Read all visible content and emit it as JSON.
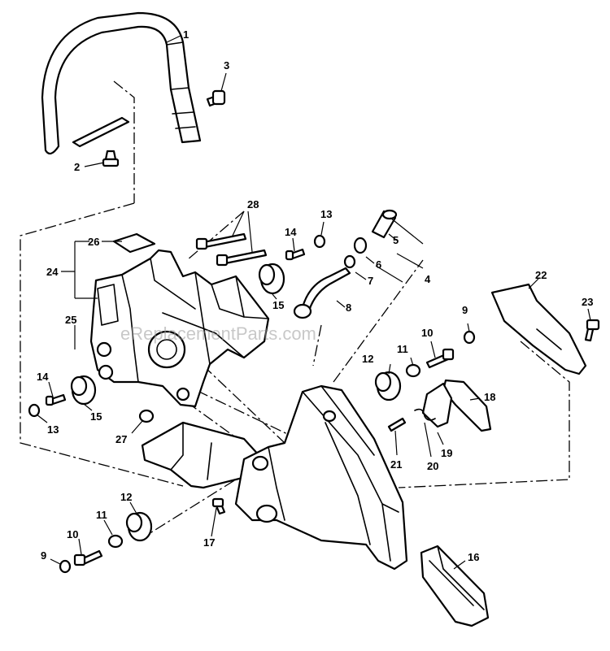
{
  "watermark": "eReplacementParts.com",
  "callouts": [
    {
      "id": "c1",
      "label": "1"
    },
    {
      "id": "c2",
      "label": "2"
    },
    {
      "id": "c3",
      "label": "3"
    },
    {
      "id": "c4",
      "label": "4"
    },
    {
      "id": "c5",
      "label": "5"
    },
    {
      "id": "c6",
      "label": "6"
    },
    {
      "id": "c7",
      "label": "7"
    },
    {
      "id": "c8",
      "label": "8"
    },
    {
      "id": "c9a",
      "label": "9"
    },
    {
      "id": "c9b",
      "label": "9"
    },
    {
      "id": "c10a",
      "label": "10"
    },
    {
      "id": "c10b",
      "label": "10"
    },
    {
      "id": "c11a",
      "label": "11"
    },
    {
      "id": "c11b",
      "label": "11"
    },
    {
      "id": "c12a",
      "label": "12"
    },
    {
      "id": "c12b",
      "label": "12"
    },
    {
      "id": "c13a",
      "label": "13"
    },
    {
      "id": "c13b",
      "label": "13"
    },
    {
      "id": "c14a",
      "label": "14"
    },
    {
      "id": "c14b",
      "label": "14"
    },
    {
      "id": "c15a",
      "label": "15"
    },
    {
      "id": "c15b",
      "label": "15"
    },
    {
      "id": "c16",
      "label": "16"
    },
    {
      "id": "c17",
      "label": "17"
    },
    {
      "id": "c18",
      "label": "18"
    },
    {
      "id": "c19",
      "label": "19"
    },
    {
      "id": "c20",
      "label": "20"
    },
    {
      "id": "c21",
      "label": "21"
    },
    {
      "id": "c22",
      "label": "22"
    },
    {
      "id": "c23",
      "label": "23"
    },
    {
      "id": "c24",
      "label": "24"
    },
    {
      "id": "c25",
      "label": "25"
    },
    {
      "id": "c26",
      "label": "26"
    },
    {
      "id": "c27",
      "label": "27"
    },
    {
      "id": "c28",
      "label": "28"
    }
  ]
}
